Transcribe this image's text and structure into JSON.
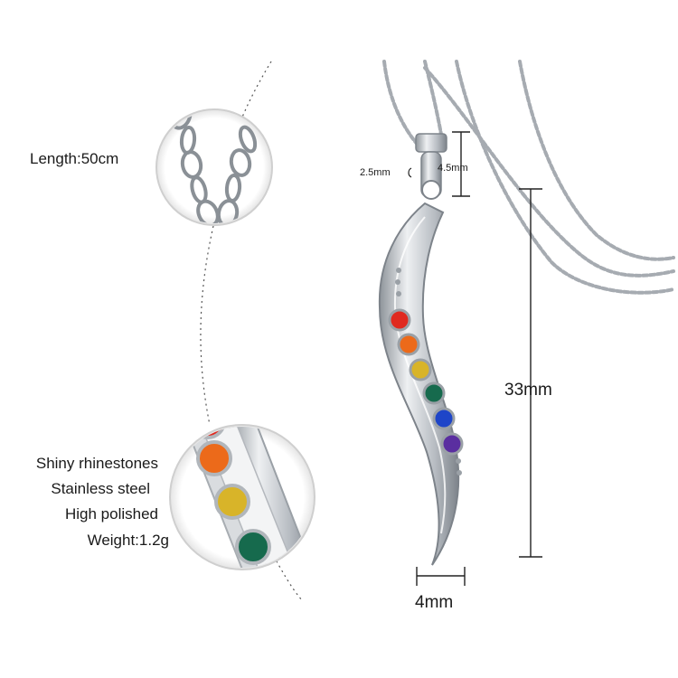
{
  "labels": {
    "length": "Length:50cm",
    "feature_1": "Shiny rhinestones",
    "feature_2": "Stainless steel",
    "feature_3": "High polished",
    "weight": "Weight:1.2g"
  },
  "dimensions": {
    "bail_width": "2.5mm",
    "bail_height": "4.5mm",
    "pendant_length": "33mm",
    "pendant_width": "4mm"
  },
  "colors": {
    "background": "#ffffff",
    "metal": "#c8cbd0",
    "stones": [
      "#e0291f",
      "#ec6a1a",
      "#d8b429",
      "#166a4d",
      "#1e45c8",
      "#5a2ea0"
    ]
  }
}
